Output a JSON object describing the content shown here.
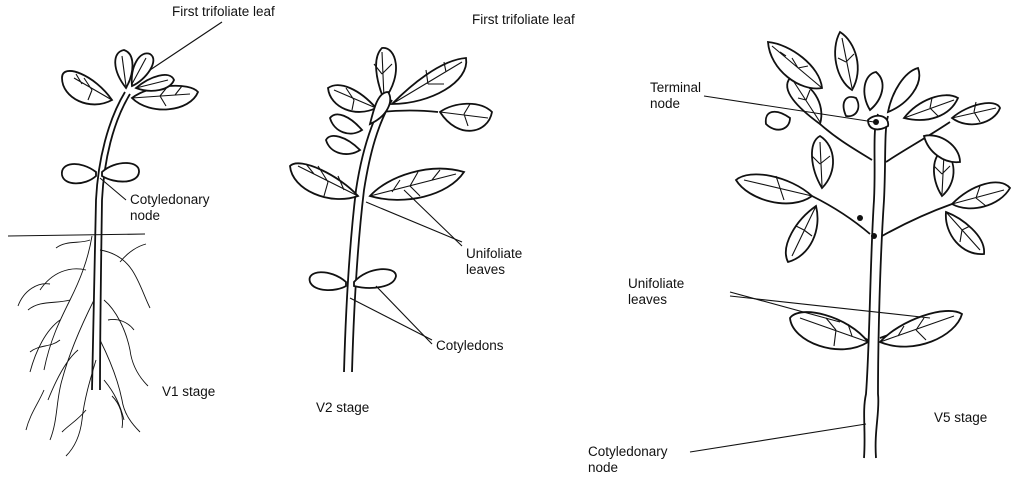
{
  "labels": {
    "v1_first_trifoliate": "First trifoliate leaf",
    "v2_first_trifoliate": "First trifoliate leaf",
    "v1_cotyledonary_node_1": "Cotyledonary",
    "v1_cotyledonary_node_2": "node",
    "v1_stage": "V1 stage",
    "v2_unifoliate_1": "Unifoliate",
    "v2_unifoliate_2": "leaves",
    "v2_cotyledons": "Cotyledons",
    "v2_stage": "V2 stage",
    "v5_terminal_node_1": "Terminal",
    "v5_terminal_node_2": "node",
    "v5_unifoliate_1": "Unifoliate",
    "v5_unifoliate_2": "leaves",
    "v5_cotyledonary_node_1": "Cotyledonary",
    "v5_cotyledonary_node_2": "node",
    "v5_stage": "V5 stage"
  },
  "colors": {
    "ink": "#111111",
    "background": "#ffffff"
  }
}
